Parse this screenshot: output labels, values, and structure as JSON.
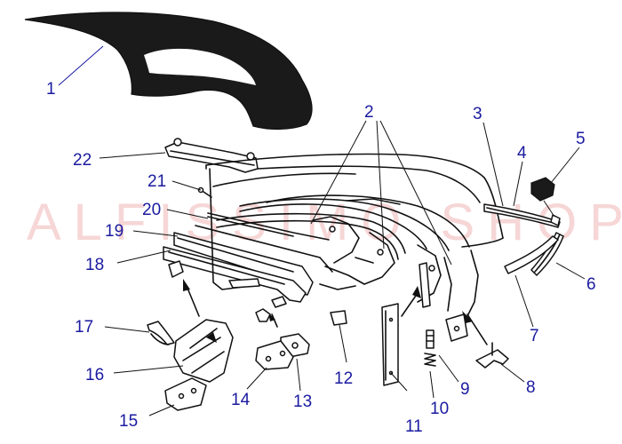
{
  "watermark": "ALFISSIMO SHOP",
  "labels": [
    {
      "id": "1",
      "text": "1"
    },
    {
      "id": "2",
      "text": "2"
    },
    {
      "id": "3",
      "text": "3"
    },
    {
      "id": "4",
      "text": "4"
    },
    {
      "id": "5",
      "text": "5"
    },
    {
      "id": "6",
      "text": "6"
    },
    {
      "id": "7",
      "text": "7"
    },
    {
      "id": "8",
      "text": "8"
    },
    {
      "id": "9",
      "text": "9"
    },
    {
      "id": "10",
      "text": "10"
    },
    {
      "id": "11",
      "text": "11"
    },
    {
      "id": "12",
      "text": "12"
    },
    {
      "id": "13",
      "text": "13"
    },
    {
      "id": "14",
      "text": "14"
    },
    {
      "id": "15",
      "text": "15"
    },
    {
      "id": "16",
      "text": "16"
    },
    {
      "id": "17",
      "text": "17"
    },
    {
      "id": "18",
      "text": "18"
    },
    {
      "id": "19",
      "text": "19"
    },
    {
      "id": "20",
      "text": "20"
    },
    {
      "id": "21",
      "text": "21"
    },
    {
      "id": "22",
      "text": "22"
    }
  ],
  "colors": {
    "label": "#1a1aa0",
    "ink": "#111111",
    "watermark": "#f3c9c9"
  }
}
